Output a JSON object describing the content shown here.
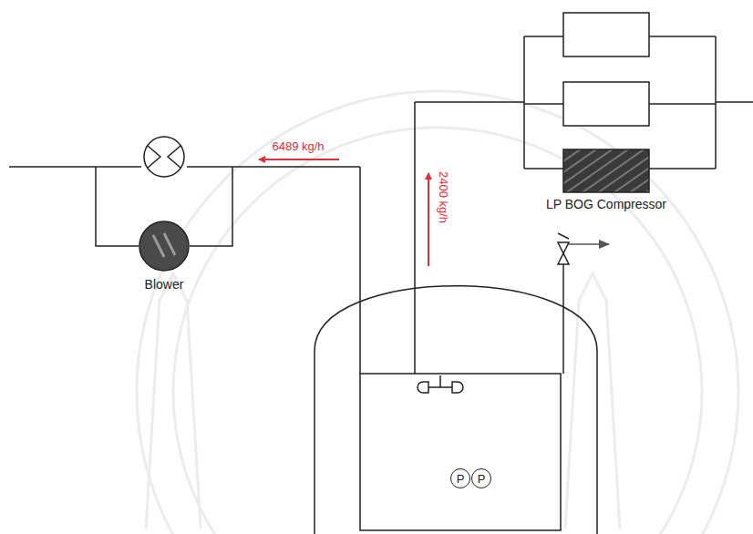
{
  "diagram": {
    "nodes": [
      {
        "text": [
          "Blower"
        ]
      },
      {
        "text": [
          "LP BOG Compressor"
        ]
      },
      {
        "text": [
          "P"
        ]
      },
      {
        "text": [
          "P"
        ]
      }
    ],
    "labels": [
      "6489 kg/h",
      "2400 kg/h"
    ]
  }
}
